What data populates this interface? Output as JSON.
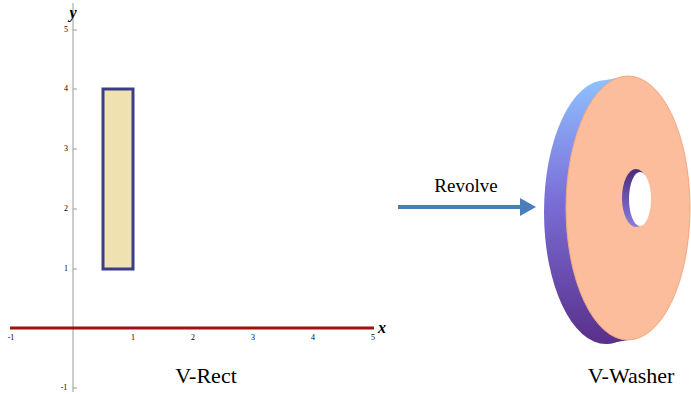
{
  "diagram": {
    "labels": [
      "y",
      "5",
      "4",
      "3",
      "2",
      "1",
      "-1",
      "-1",
      "1",
      "2",
      "3",
      "4",
      "5",
      "x",
      "V-Rect",
      "Revolve",
      "V-Washer"
    ]
  }
}
